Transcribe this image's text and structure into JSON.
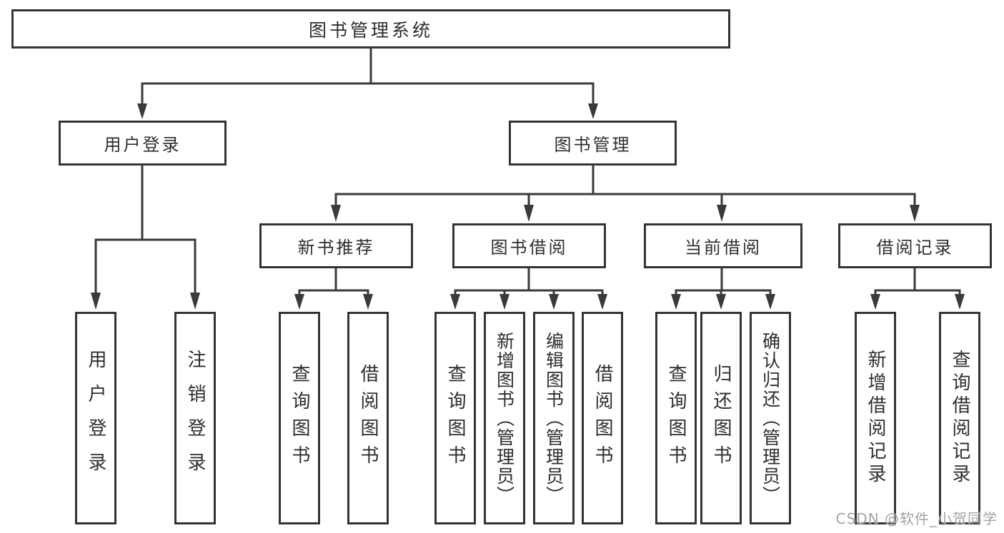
{
  "watermark": "CSDN @软件_小贺同学",
  "colors": {
    "line": "#3a3a3a",
    "box_border": "#343434",
    "text": "#2e2e2e",
    "watermark_text": "#a3a3a3",
    "background": "#ffffff"
  },
  "tree": {
    "root": {
      "label": "图书管理系统"
    },
    "branches": [
      {
        "label": "用户登录",
        "children": [
          {
            "label": "用户登录"
          },
          {
            "label": "注销登录"
          }
        ]
      },
      {
        "label": "图书管理",
        "children": [
          {
            "label": "新书推荐",
            "children": [
              {
                "label": "查询图书"
              },
              {
                "label": "借阅图书"
              }
            ]
          },
          {
            "label": "图书借阅",
            "children": [
              {
                "label": "查询图书"
              },
              {
                "label": "新增图书（管理员）"
              },
              {
                "label": "编辑图书（管理员）"
              },
              {
                "label": "借阅图书"
              }
            ]
          },
          {
            "label": "当前借阅",
            "children": [
              {
                "label": "查询图书"
              },
              {
                "label": "归还图书"
              },
              {
                "label": "确认归还（管理员）"
              }
            ]
          },
          {
            "label": "借阅记录",
            "children": [
              {
                "label": "新增借阅记录"
              },
              {
                "label": "查询借阅记录"
              }
            ]
          }
        ]
      }
    ]
  }
}
